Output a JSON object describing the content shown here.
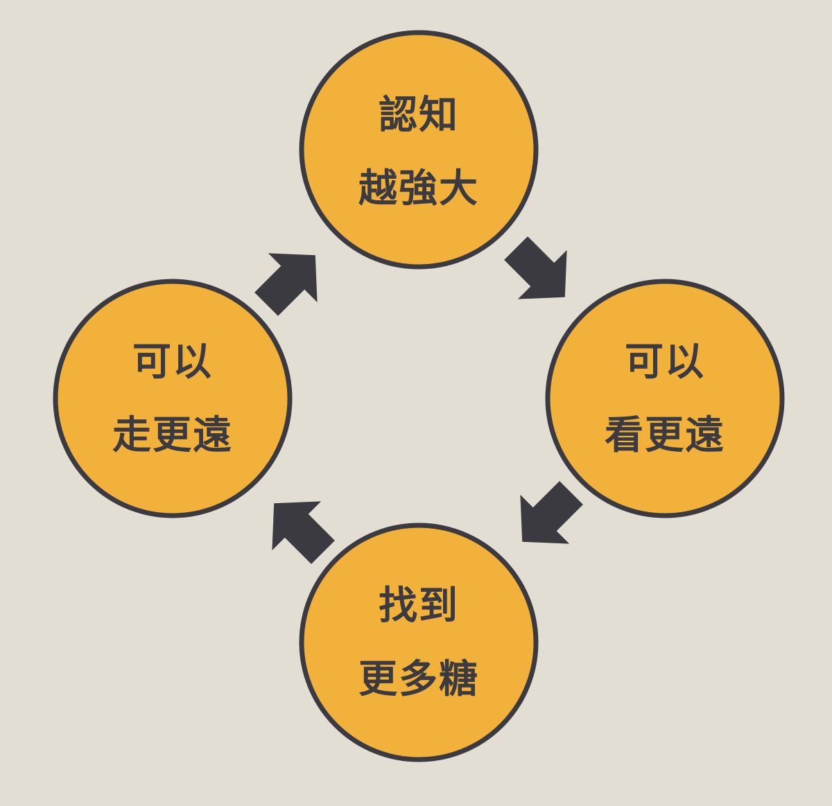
{
  "colors": {
    "background": "#e2ded3",
    "node_fill": "#f2b13b",
    "node_stroke": "#3a3a40",
    "arrow": "#3a3a40",
    "text": "#3a3a40"
  },
  "nodes": [
    {
      "id": "top",
      "line1": "認知",
      "line2": "越強大"
    },
    {
      "id": "right",
      "line1": "可以",
      "line2": "看更遠"
    },
    {
      "id": "bottom",
      "line1": "找到",
      "line2": "更多糖"
    },
    {
      "id": "left",
      "line1": "可以",
      "line2": "走更遠"
    }
  ],
  "arrows": [
    {
      "id": "top-to-right",
      "icon": "arrow-down-right-icon"
    },
    {
      "id": "right-to-bottom",
      "icon": "arrow-down-left-icon"
    },
    {
      "id": "bottom-to-left",
      "icon": "arrow-up-left-icon"
    },
    {
      "id": "left-to-top",
      "icon": "arrow-up-right-icon"
    }
  ]
}
